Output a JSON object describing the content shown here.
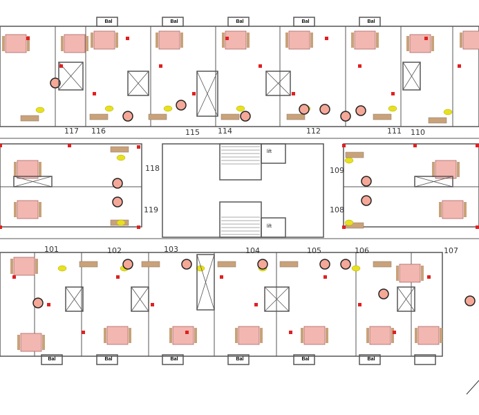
{
  "plan": {
    "units_top": [
      "117",
      "116",
      "115",
      "114",
      "112",
      "111",
      "110"
    ],
    "units_left": [
      "118",
      "119"
    ],
    "units_right": [
      "109",
      "108"
    ],
    "units_bottom": [
      "101",
      "102",
      "103",
      "104",
      "105",
      "106",
      "107"
    ],
    "balcony_label": "Bal",
    "lift_label": "lift",
    "colors": {
      "wall": "#555555",
      "column": "#8b3a3a",
      "door_mark": "#e02020",
      "bed": "#f2b7b0",
      "sofa": "#c9a27a",
      "table": "#e8e020",
      "dining": "#f5a898"
    }
  }
}
